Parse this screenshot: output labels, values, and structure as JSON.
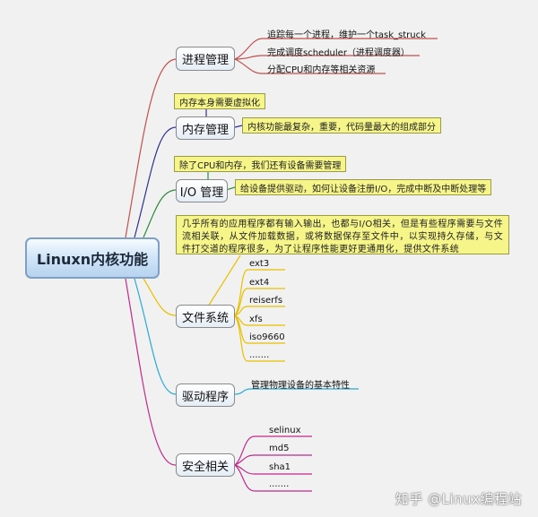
{
  "root": "Linuxn内核功能",
  "branches": {
    "process": {
      "title": "进程管理",
      "color": "#c0504d",
      "items": [
        "追踪每一个进程，维护一个task_struck",
        "完成调度scheduler（进程调度器）",
        "分配CPU和内存等相关资源"
      ]
    },
    "memory": {
      "title": "内存管理",
      "color": "#2e3192",
      "callout": "内存本身需要虚拟化",
      "note": "内核功能最复杂，重要，代码量最大的组成部分"
    },
    "io": {
      "title": "I/O 管理",
      "color": "#2e8b3c",
      "callout": "除了CPU和内存，我们还有设备需要管理",
      "note": "给设备提供驱动，如何让设备注册I/O，完成中断及中断处理等"
    },
    "fs": {
      "title": "文件系统",
      "color": "#e8c000",
      "callout": "几乎所有的应用程序都有输入输出，也都与I/O相关，但是有些程序需要与文件流相关联，从文件加载数据，或将数据保存至文件中，以实现持久存储，与文件打交道的程序很多，为了让程序性能更好更通用化，提供文件系统",
      "items": [
        "ext3",
        "ext4",
        "reiserfs",
        "xfs",
        "iso9660",
        "......."
      ]
    },
    "driver": {
      "title": "驱动程序",
      "color": "#29a9d6",
      "items": [
        "管理物理设备的基本特性"
      ]
    },
    "security": {
      "title": "安全相关",
      "color": "#c02a8c",
      "items": [
        "selinux",
        "md5",
        "sha1",
        "......."
      ]
    }
  },
  "watermark": "知乎 @Linux编程站"
}
